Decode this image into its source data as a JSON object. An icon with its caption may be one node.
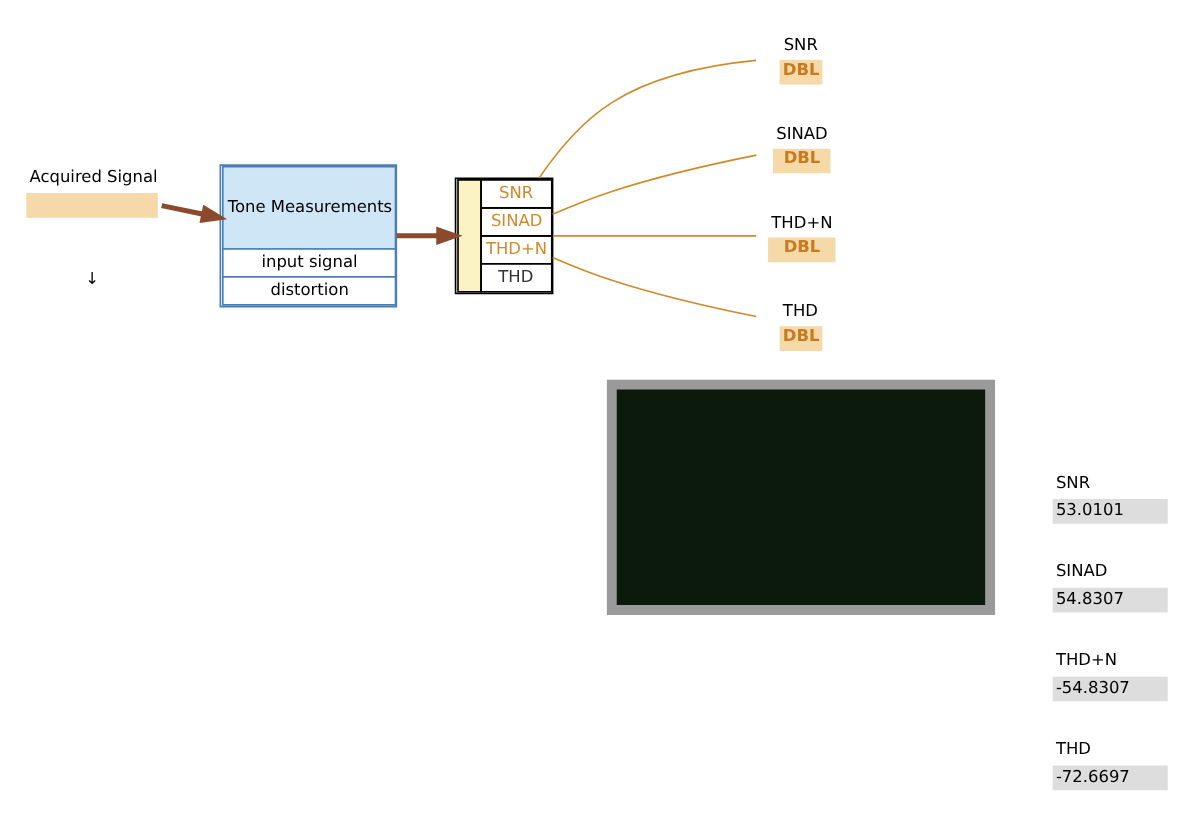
{
  "diagram": {
    "nodes": [
      {
        "text": [
          "Acquired Signal"
        ]
      },
      {
        "text": [
          "Tone Measurements",
          "input signal",
          "distortion"
        ]
      },
      {
        "text": [
          "SNR",
          "SINAD",
          "THD+N",
          "THD"
        ]
      },
      {
        "text": [
          "SNR",
          "DBL"
        ]
      },
      {
        "text": [
          "SINAD",
          "DBL"
        ]
      },
      {
        "text": [
          "THD+N",
          "DBL"
        ]
      },
      {
        "text": [
          "THD",
          "DBL"
        ]
      },
      {
        "text": [],
        "shape": "box"
      },
      {
        "text": [
          "SNR",
          "53.0101"
        ]
      },
      {
        "text": [
          "SINAD",
          "54.8307"
        ]
      },
      {
        "text": [
          "THD+N",
          "-54.8307"
        ]
      },
      {
        "text": [
          "THD",
          "-72.6697"
        ]
      }
    ],
    "edges": [
      {
        "from": 0,
        "to": 1,
        "arrow": "to",
        "style": "thick",
        "color": "#8b4a2b"
      },
      {
        "from": 1,
        "to": 2,
        "arrow": "to",
        "style": "thick",
        "color": "#8b4a2b"
      },
      {
        "from": 2,
        "to": 3,
        "arrow": "none"
      },
      {
        "from": 2,
        "to": 4,
        "arrow": "none"
      },
      {
        "from": 2,
        "to": 5,
        "arrow": "none"
      },
      {
        "from": 2,
        "to": 6,
        "arrow": "none"
      }
    ],
    "labels": [
      "↓"
    ]
  }
}
